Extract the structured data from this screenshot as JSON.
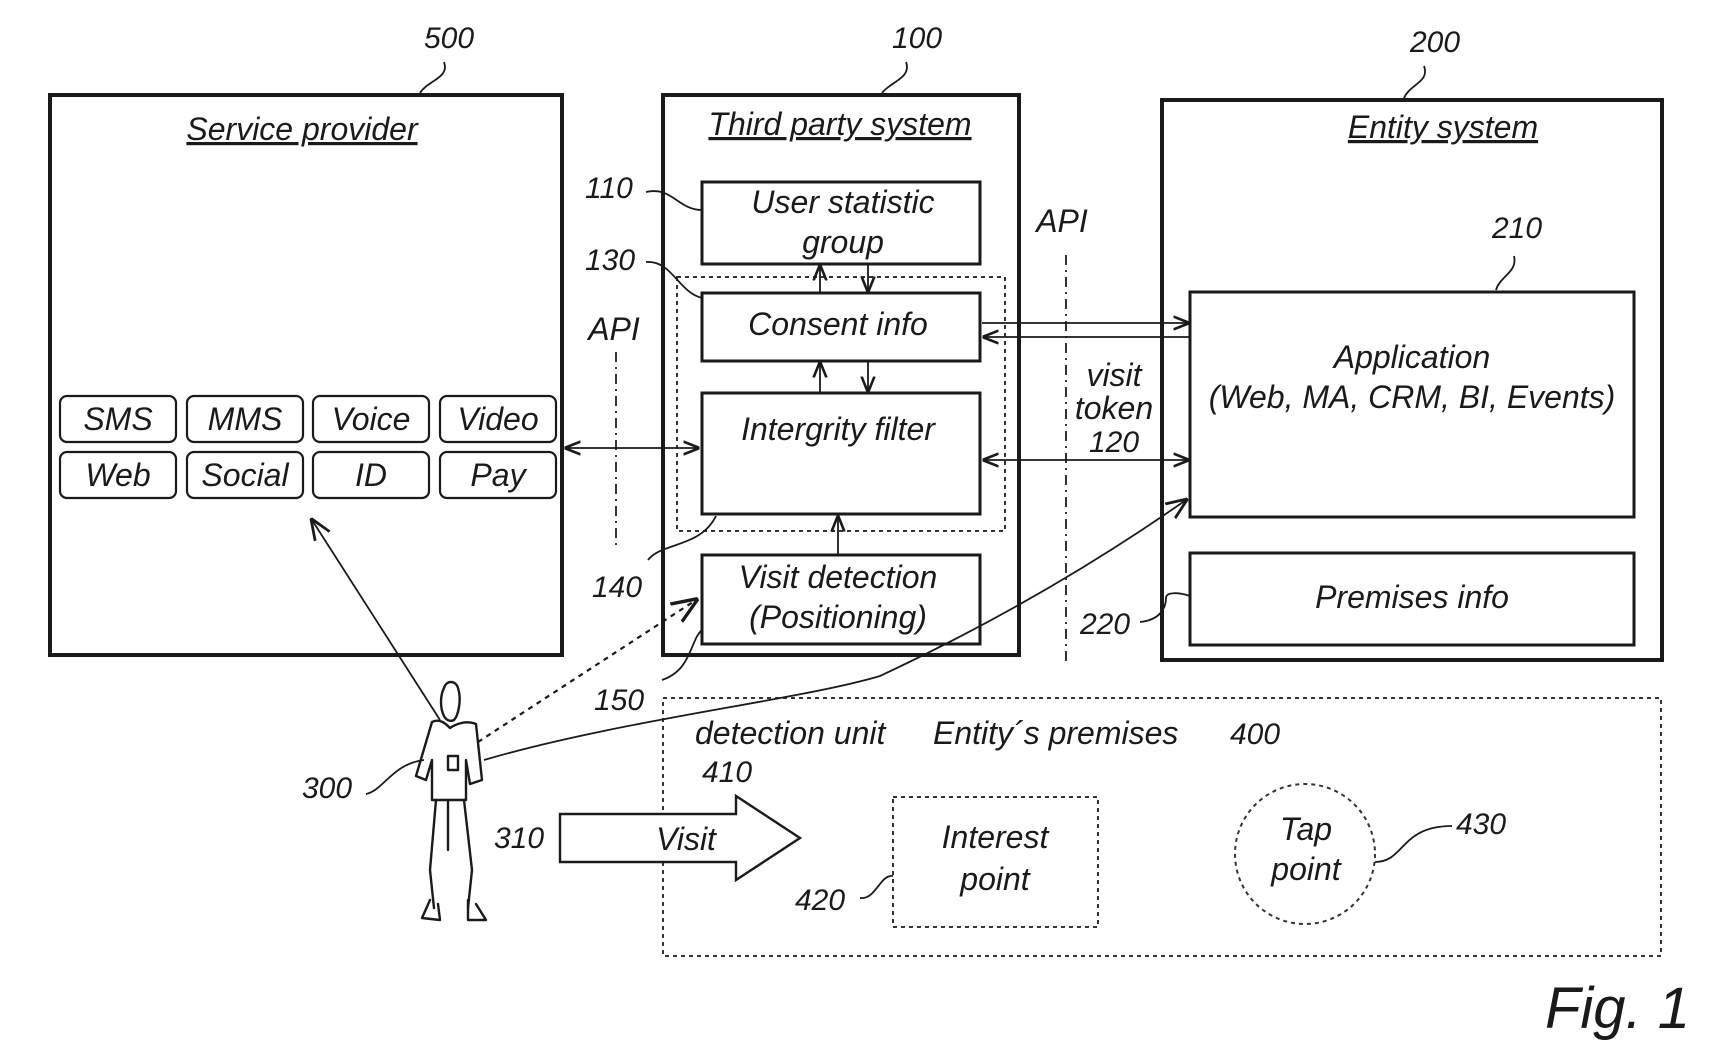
{
  "service_provider": {
    "ref": "500",
    "title": "Service provider",
    "services": [
      "SMS",
      "MMS",
      "Voice",
      "Video",
      "Web",
      "Social",
      "ID",
      "Pay"
    ]
  },
  "third_party": {
    "ref": "100",
    "title": "Third party system",
    "user_stat_ref": "110",
    "user_stat_line1": "User statistic",
    "user_stat_line2": "group",
    "consent_ref": "130",
    "consent": "Consent info",
    "integrity_ref": "140",
    "integrity": "Intergrity filter",
    "visit_detect_ref": "150",
    "visit_detect_line1": "Visit detection",
    "visit_detect_line2": "(Positioning)"
  },
  "entity": {
    "ref": "200",
    "title": "Entity system",
    "app_ref": "210",
    "app_line1": "Application",
    "app_line2": "(Web, MA, CRM, BI, Events)",
    "premises_ref": "220",
    "premises": "Premises info"
  },
  "api_left": "API",
  "api_right": "API",
  "visit_token_line1": "visit",
  "visit_token_line2": "token",
  "visit_token_ref": "120",
  "premises_area": {
    "detection_unit": "detection unit",
    "detection_ref": "410",
    "title": "Entity´s premises",
    "ref": "400",
    "interest_line1": "Interest",
    "interest_line2": "point",
    "interest_ref": "420",
    "tap_line1": "Tap",
    "tap_line2": "point",
    "tap_ref": "430"
  },
  "user_ref": "300",
  "visit_arrow_ref": "310",
  "visit_arrow_label": "Visit",
  "figure_label": "Fig. 1"
}
